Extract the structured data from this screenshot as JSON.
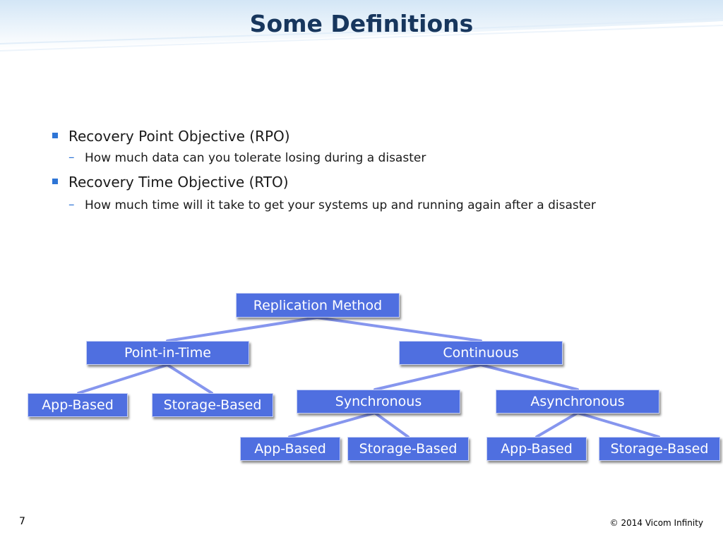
{
  "title": "Some Definitions",
  "colors": {
    "title": "#17365d",
    "bullet_marker": "#2e75d6",
    "node_fill": "#4f6fe0",
    "connector": "#8696ee"
  },
  "bullets": [
    {
      "text": "Recovery Point Objective (RPO)",
      "marker": "square-bullet-icon",
      "sub": [
        {
          "marker": "–",
          "text": "How much data can you tolerate losing during a disaster"
        }
      ]
    },
    {
      "text": "Recovery Time Objective (RTO)",
      "marker": "square-bullet-icon",
      "sub": [
        {
          "marker": "–",
          "text": "How much time will it take to get your systems up and running again after a disaster"
        }
      ]
    }
  ],
  "diagram": {
    "root": "Replication Method",
    "point_in_time": {
      "label": "Point-in-Time",
      "children": [
        "App-Based",
        "Storage-Based"
      ]
    },
    "continuous": {
      "label": "Continuous",
      "synchronous": {
        "label": "Synchronous",
        "children": [
          "App-Based",
          "Storage-Based"
        ]
      },
      "asynchronous": {
        "label": "Asynchronous",
        "children": [
          "App-Based",
          "Storage-Based"
        ]
      }
    }
  },
  "footer": {
    "page_number": "7",
    "copyright": "© 2014 Vicom Infinity"
  }
}
